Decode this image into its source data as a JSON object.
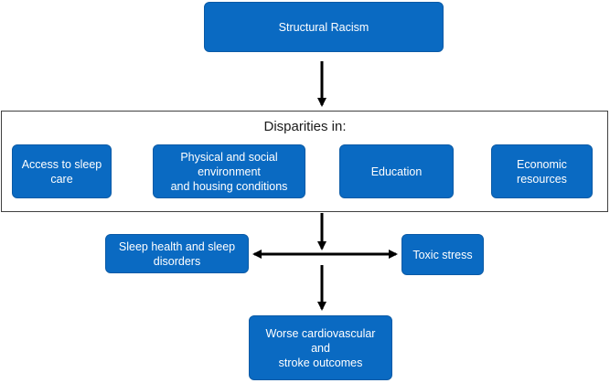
{
  "diagram": {
    "top_box": "Structural Racism",
    "group_title": "Disparities in:",
    "group_items": [
      "Access to sleep\ncare",
      "Physical and social\nenvironment\nand housing conditions",
      "Education",
      "Economic\nresources"
    ],
    "left_box": "Sleep health and sleep\ndisorders",
    "right_box": "Toxic stress",
    "bottom_box": "Worse cardiovascular and\nstroke outcomes"
  },
  "colors": {
    "box_fill": "#0a6ac2",
    "box_text": "#ffffff",
    "arrow": "#000000",
    "frame_border": "#404040"
  }
}
